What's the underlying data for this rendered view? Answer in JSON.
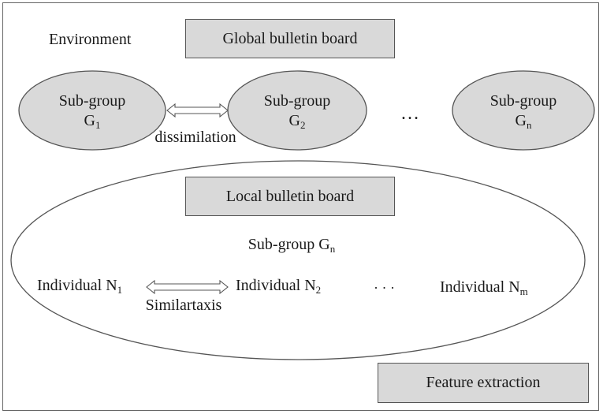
{
  "environment_label": "Environment",
  "global_board_label": "Global bulletin board",
  "subgroups": [
    {
      "line1": "Sub-group",
      "symbol": "G",
      "sub": "1"
    },
    {
      "line1": "Sub-group",
      "symbol": "G",
      "sub": "2"
    },
    {
      "line1": "Sub-group",
      "symbol": "G",
      "sub": "n"
    }
  ],
  "dissimilation_label": "dissimilation",
  "subgroup_ellipsis": "…",
  "local_board_label": "Local bulletin board",
  "local_group": {
    "label": "Sub-group G",
    "sub": "n"
  },
  "individuals": [
    {
      "label": "Individual N",
      "sub": "1"
    },
    {
      "label": "Individual N",
      "sub": "2"
    },
    {
      "label": "Individual N",
      "sub": "m"
    }
  ],
  "similartaxis_label": "Similartaxis",
  "individual_ellipsis": "· · ·",
  "feature_extraction_label": "Feature extraction",
  "colors": {
    "fill": "#d9d9d9",
    "stroke": "#555555",
    "text": "#1a1a1a"
  }
}
